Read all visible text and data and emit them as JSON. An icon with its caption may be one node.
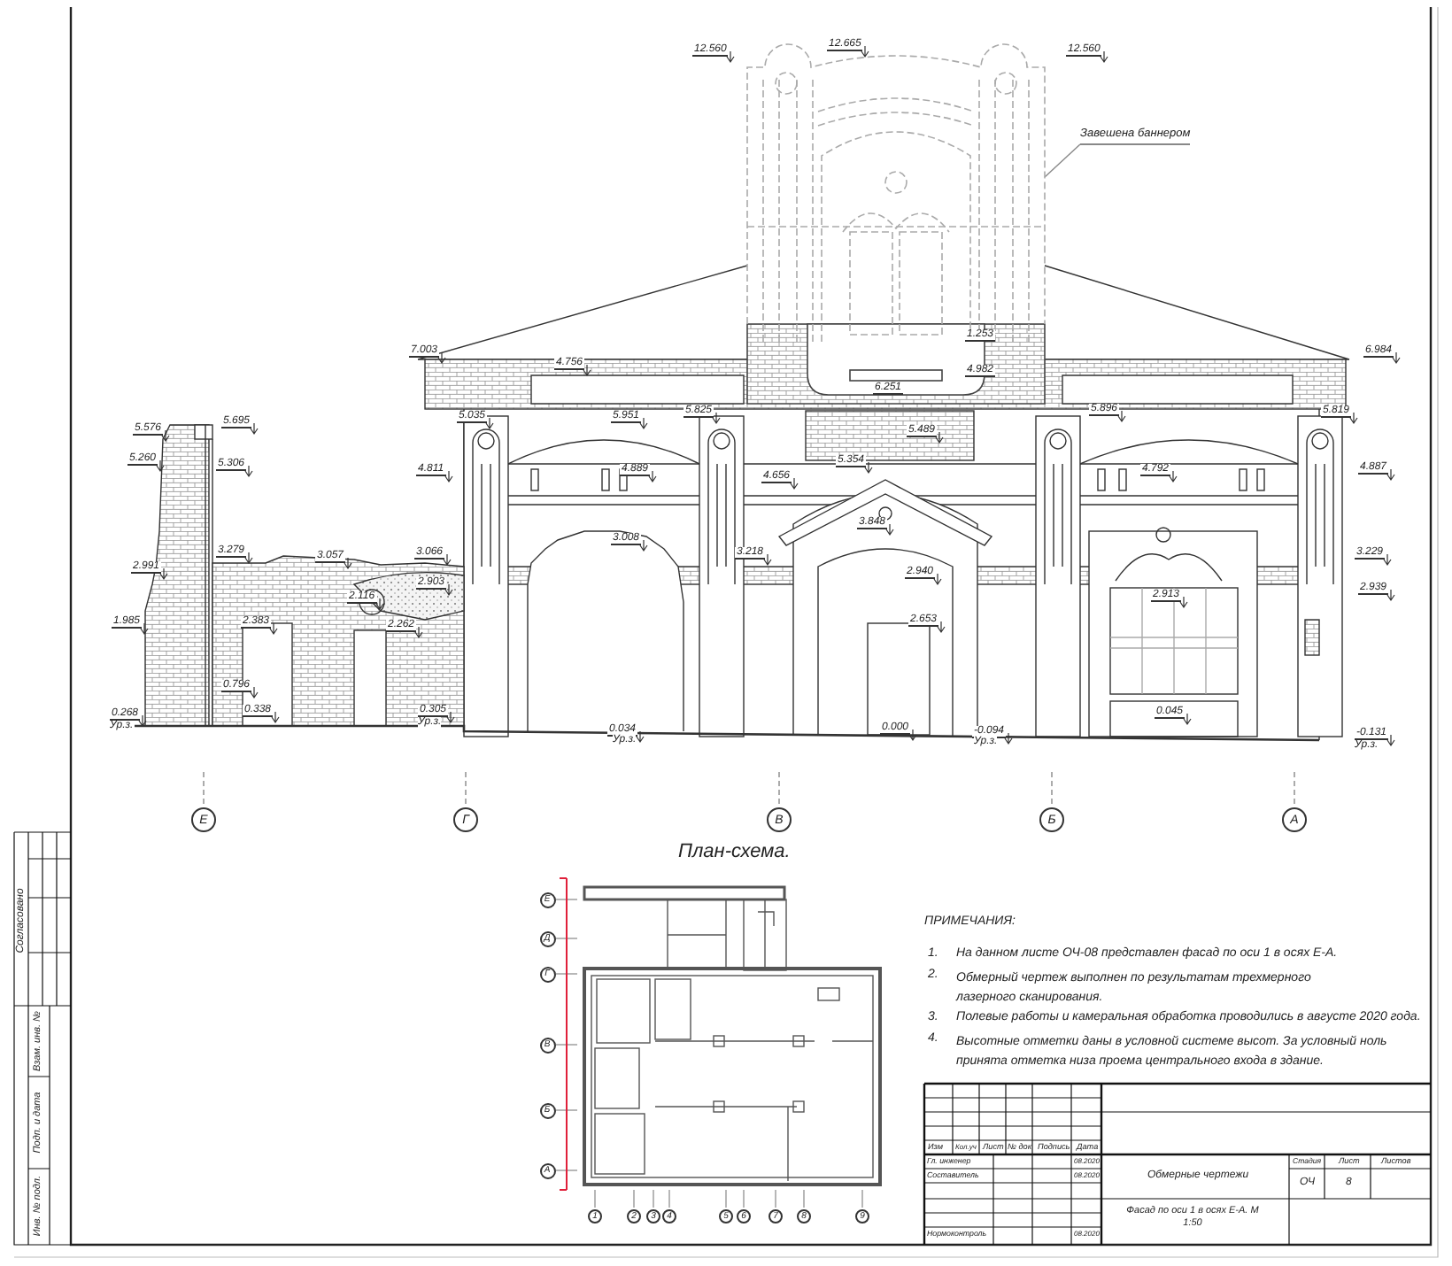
{
  "diagram": {
    "nodes": [
      {
        "text": [
          "Завешена баннером"
        ]
      },
      {
        "text": [],
        "shape": "picture"
      },
      {
        "text": [
          "Е"
        ]
      },
      {
        "text": [
          "Г"
        ]
      },
      {
        "text": [
          "В"
        ]
      },
      {
        "text": [
          "Б"
        ]
      },
      {
        "text": [
          "А"
        ]
      },
      {
        "text": [
          "Е"
        ]
      },
      {
        "text": [
          "Д"
        ]
      },
      {
        "text": [
          "Г"
        ]
      },
      {
        "text": [
          "В"
        ]
      },
      {
        "text": [
          "Б"
        ]
      },
      {
        "text": [
          "А"
        ]
      },
      {
        "text": [
          "1"
        ]
      },
      {
        "text": [
          "2"
        ]
      },
      {
        "text": [
          "3"
        ]
      },
      {
        "text": [
          "4"
        ]
      },
      {
        "text": [
          "5"
        ]
      },
      {
        "text": [
          "6"
        ]
      },
      {
        "text": [
          "7"
        ]
      },
      {
        "text": [
          "8"
        ]
      },
      {
        "text": [
          "9"
        ]
      }
    ],
    "edges": [
      {
        "from": 0,
        "to": 1,
        "arrow": "none"
      }
    ],
    "labels": [
      "12.560",
      "12.665",
      "12.560",
      "7.003",
      "4.756",
      "1.253",
      "4.982",
      "6.984",
      "5.576",
      "5.695",
      "5.260",
      "5.306",
      "5.035",
      "5.951",
      "5.825",
      "6.251",
      "5.489",
      "5.896",
      "5.819",
      "4.811",
      "4.889",
      "5.354",
      "4.656",
      "4.792",
      "4.887",
      "3.279",
      "3.057",
      "3.066",
      "2.991",
      "2.903",
      "3.008",
      "3.848",
      "3.218",
      "3.229",
      "2.116",
      "2.940",
      "2.939",
      "2.913",
      "1.985",
      "2.383",
      "2.262",
      "2.653",
      "0.796",
      "0.338",
      "0.268",
      "Ур.з.",
      "0.305",
      "Ур.з.",
      "0.034",
      "Ур.з.",
      "0.000",
      "-0.094",
      "Ур.з.",
      "0.045",
      "-0.131",
      "Ур.з.",
      "План-схема.",
      "ПРИМЕЧАНИЯ:",
      "1.",
      "На данном листе ОЧ-08 представлен фасад по оси 1 в осях Е-А.",
      "2.",
      "Обмерный чертеж выполнен по результатам трехмерного лазерного сканирования.",
      "3.",
      "Полевые работы и камеральная обработка проводились в августе 2020 года.",
      "4.",
      "Высотные отметки даны в условной системе высот. За условный ноль принята отметка низа проема центрального входа в здание.",
      "Изм",
      "Кол.уч",
      "Лист",
      "№ док",
      "Подпись",
      "Дата",
      "Гл. инженер",
      "08.2020",
      "Составитель",
      "08.2020",
      "Нормоконтроль",
      "08.2020",
      "Обмерные чертежи",
      "Стадия",
      "Лист",
      "Листов",
      "ОЧ",
      "8",
      "Фасад по оси 1 в осях Е-А. М 1:50",
      "Согласовано",
      "Взам. инв. №",
      "Подп. и дата",
      "Инв. № подл."
    ]
  }
}
